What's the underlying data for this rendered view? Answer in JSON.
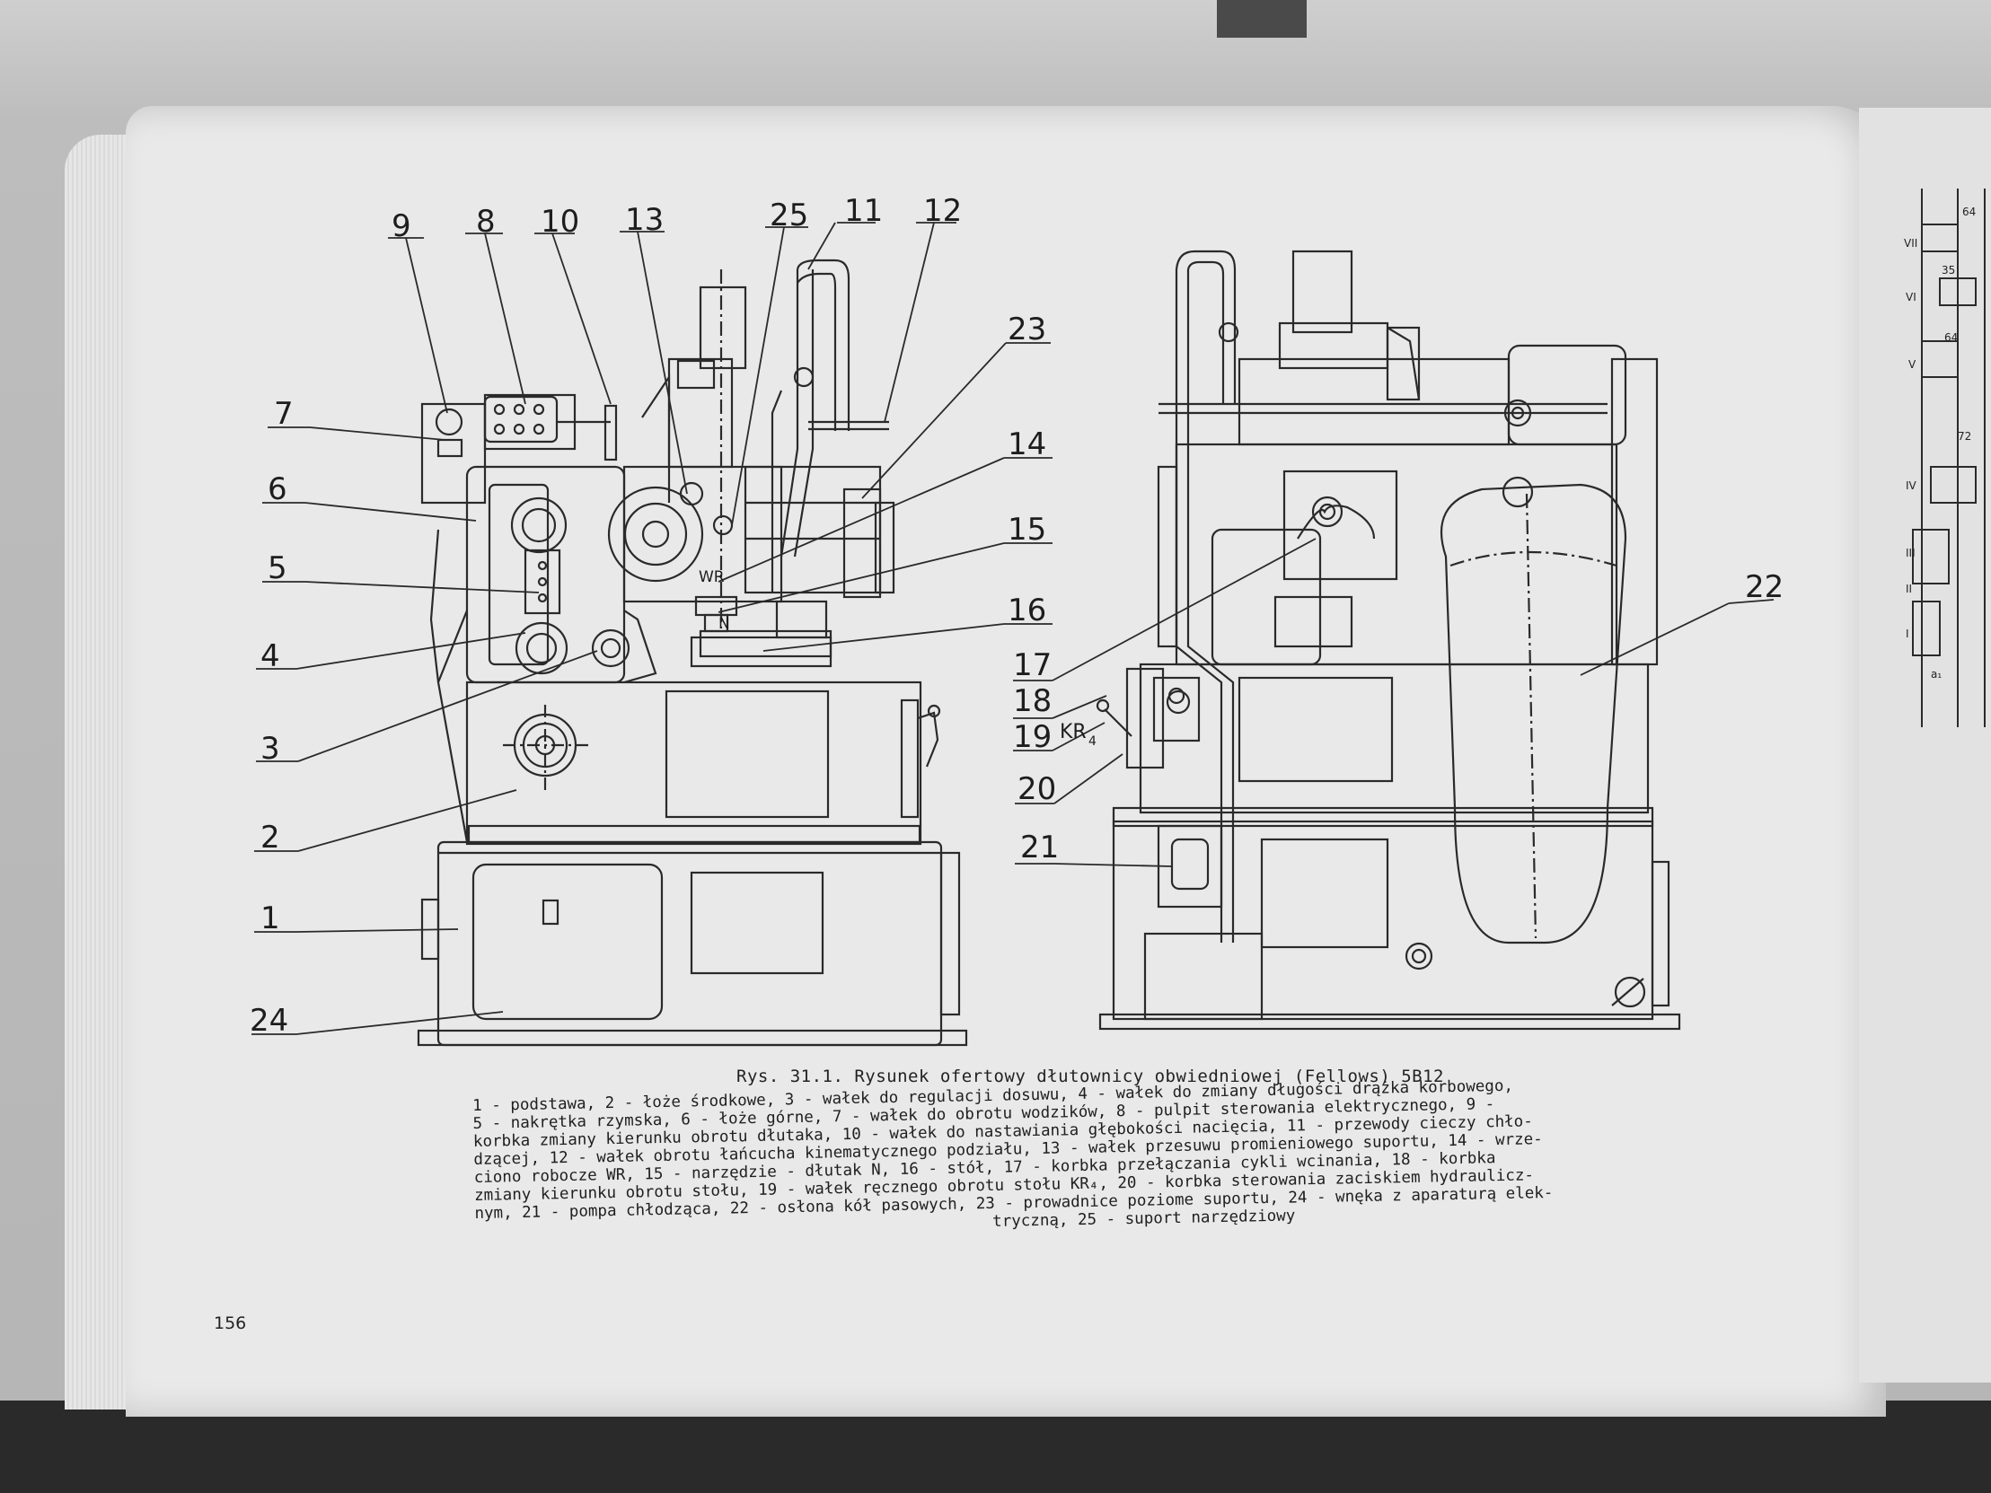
{
  "labels": {
    "n1": "1",
    "n2": "2",
    "n3": "3",
    "n4": "4",
    "n5": "5",
    "n6": "6",
    "n7": "7",
    "n8": "8",
    "n9": "9",
    "n10": "10",
    "n11": "11",
    "n12": "12",
    "n13": "13",
    "n14": "14",
    "n15": "15",
    "n16": "16",
    "n17": "17",
    "n18": "18",
    "n19": "19",
    "n20": "20",
    "n21": "21",
    "n22": "22",
    "n23": "23",
    "n24": "24",
    "n25": "25",
    "wr": "WR",
    "n": "N",
    "kr": "KR",
    "kr_sub": "4"
  },
  "caption": {
    "title": "Rys. 31.1. Rysunek ofertowy dłutownicy obwiedniowej (Fellows) 5B12",
    "lines": [
      "1 - podstawa, 2 - łoże środkowe, 3 - wałek do regulacji dosuwu, 4 - wałek do zmiany długości drążka korbowego,",
      "5 - nakrętka rzymska, 6 - łoże górne, 7 - wałek do obrotu wodzików, 8 - pulpit sterowania elektrycznego, 9 -",
      "korbka zmiany kierunku obrotu dłutaka, 10 - wałek do nastawiania głębokości nacięcia, 11 - przewody cieczy chło-",
      "dzącej, 12 - wałek obrotu łańcucha kinematycznego podziału, 13 - wałek przesuwu promieniowego suportu, 14 - wrze-",
      "ciono robocze WR, 15 - narzędzie - dłutak N, 16 - stół, 17 - korbka przełączania cykli wcinania, 18 - korbka",
      "zmiany kierunku obrotu stołu, 19 - wałek ręcznego obrotu stołu KR₄, 20 - korbka sterowania zaciskiem hydraulicz-",
      "nym, 21 - pompa chłodząca, 22 - osłona kół pasowych, 23 - prowadnice poziome suportu, 24 - wnęka z aparaturą elek-"
    ],
    "last_line": "tryczną, 25 - suport narzędziowy"
  },
  "page_number": "156",
  "side_table": {
    "labels": [
      "VII",
      "VI",
      "V",
      "IV",
      "III",
      "II",
      "I"
    ],
    "numbers": [
      "64",
      "35",
      "64",
      "72",
      "a₁"
    ]
  }
}
